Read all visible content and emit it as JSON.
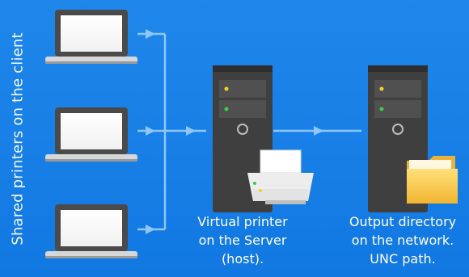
{
  "side_label": "Shared printers on the client",
  "server_caption": [
    "Virtual printer",
    "on the Server",
    "(host)."
  ],
  "output_caption": [
    "Output directory",
    "on the network.",
    "UNC path."
  ],
  "colors": {
    "background": "#1a80e6",
    "arrow": "#8ec7ff",
    "tower": "#3f3f3f",
    "tower_dark": "#2e2e2e",
    "led_yellow": "#f2d21a",
    "led_green": "#35d04a",
    "folder": "#f6c244"
  },
  "icons": [
    "laptop-icon",
    "server-tower-icon",
    "printer-icon",
    "folder-icon",
    "arrow-icon"
  ]
}
